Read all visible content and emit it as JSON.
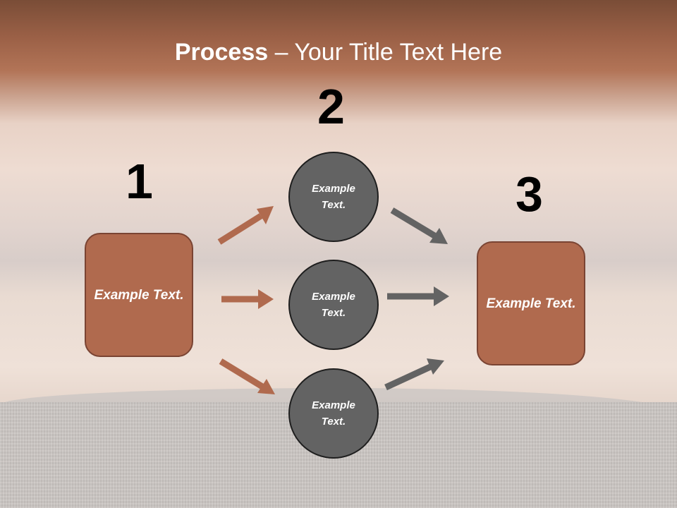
{
  "title": {
    "bold": "Process",
    "rest": " – Your Title Text Here"
  },
  "numbers": {
    "n1": "1",
    "n2": "2",
    "n3": "3"
  },
  "box_left": {
    "text": "Example Text."
  },
  "box_right": {
    "text": "Example Text."
  },
  "circles": [
    {
      "text": "Example Text."
    },
    {
      "text": "Example Text."
    },
    {
      "text": "Example Text."
    }
  ],
  "colors": {
    "box": "#b06a4e",
    "circle": "#636363",
    "arrow_left": "#b06a4e",
    "arrow_right": "#636363"
  }
}
